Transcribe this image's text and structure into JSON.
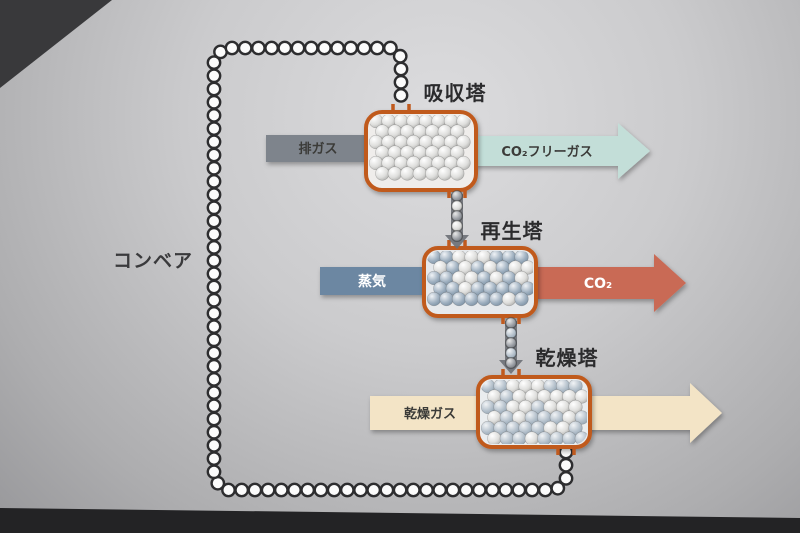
{
  "diagram": {
    "title_context": "CO2 capture moving-bed process diagram",
    "labels": {
      "conveyor": "コンベア",
      "absorption_tower": "吸収塔",
      "regeneration_tower": "再生塔",
      "drying_tower": "乾燥塔"
    },
    "arrows": {
      "exhaust_gas": "排ガス",
      "co2_free_gas": "CO₂フリーガス",
      "steam": "蒸気",
      "co2": "CO₂",
      "drying_gas": "乾燥ガス"
    },
    "colors": {
      "exhaust_arrow": "#7e848c",
      "co2_free_arrow": "#c3ded8",
      "steam_arrow": "#6c87a2",
      "co2_arrow": "#c96a55",
      "drying_arrow": "#f3e4c6",
      "tower_border": "#c05a1e",
      "bead_fill": "#fbfbfb",
      "bead_ring": "#2d2d2f",
      "drop_arrow": "#6b6f76"
    }
  }
}
